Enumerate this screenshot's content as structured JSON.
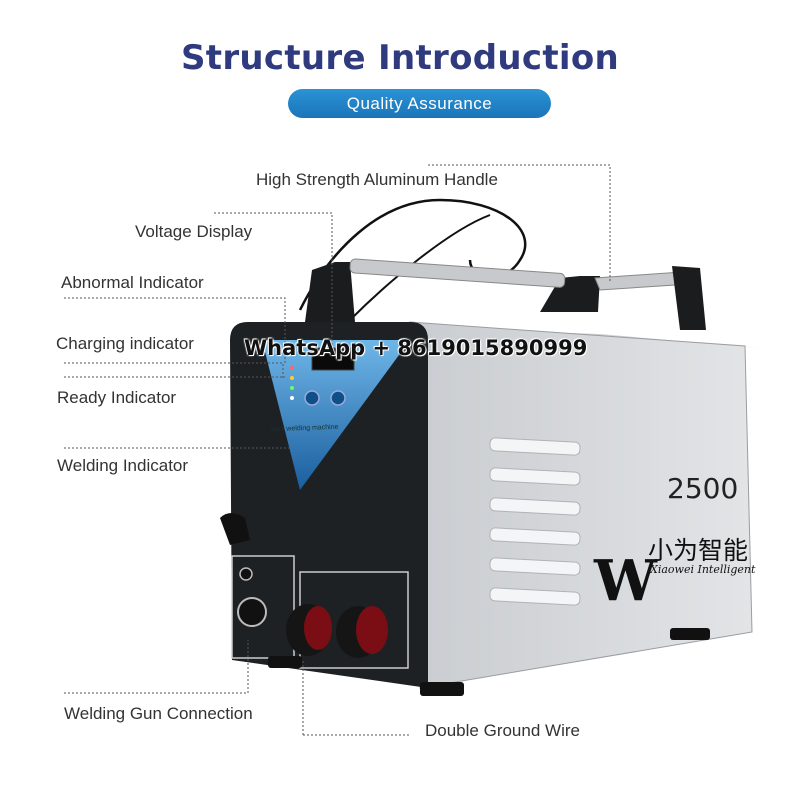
{
  "header": {
    "title": "Structure Introduction",
    "subtitle": "Quality Assurance"
  },
  "callouts": {
    "handle": "High Strength Aluminum Handle",
    "voltage_display": "Voltage Display",
    "abnormal": "Abnormal Indicator",
    "charging": "Charging indicator",
    "ready": "Ready Indicator",
    "welding": "Welding Indicator",
    "gun_connection": "Welding Gun Connection",
    "ground_wire": "Double Ground Wire"
  },
  "machine": {
    "watermark": "WhatsApp + 8619015890999",
    "model": "2500",
    "brand_cn": "小为智能",
    "brand_en": "Xiaowei Intelligent",
    "panel_text": "Stud welding machine"
  },
  "colors": {
    "title": "#2f3b7e",
    "pill": "#1f82c6",
    "body": "#d3d5d8",
    "front": "#1e2124",
    "triangle": "#1e73b8"
  }
}
